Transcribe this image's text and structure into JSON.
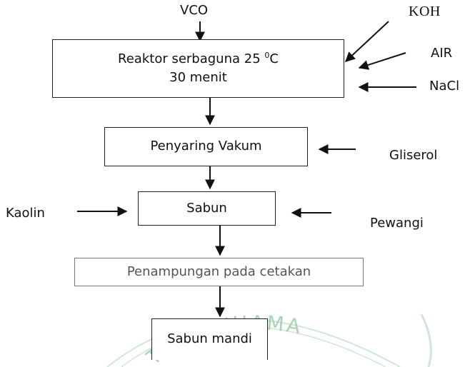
{
  "nodes": {
    "reactor": {
      "line1_pre": "Reaktor serbaguna 25 ",
      "line1_sup": "0",
      "line1_post": "C",
      "line2": "30 menit"
    },
    "vacuum": {
      "label": "Penyaring Vakum"
    },
    "soap": {
      "label": "Sabun"
    },
    "mold": {
      "label": "Penampungan pada cetakan"
    },
    "bath_soap": {
      "label": "Sabun mandi"
    }
  },
  "inputs": {
    "vco": "VCO",
    "koh": "KOH",
    "air": "AIR",
    "nacl": "NaCl",
    "gliserol": "Gliserol",
    "kaolin": "Kaolin",
    "pewangi": "Pewangi"
  },
  "watermark": {
    "text": "TAS MUHAMA",
    "color": "#8fc79a"
  },
  "colors": {
    "line": "#111111",
    "watermark": "#8fc79a"
  }
}
